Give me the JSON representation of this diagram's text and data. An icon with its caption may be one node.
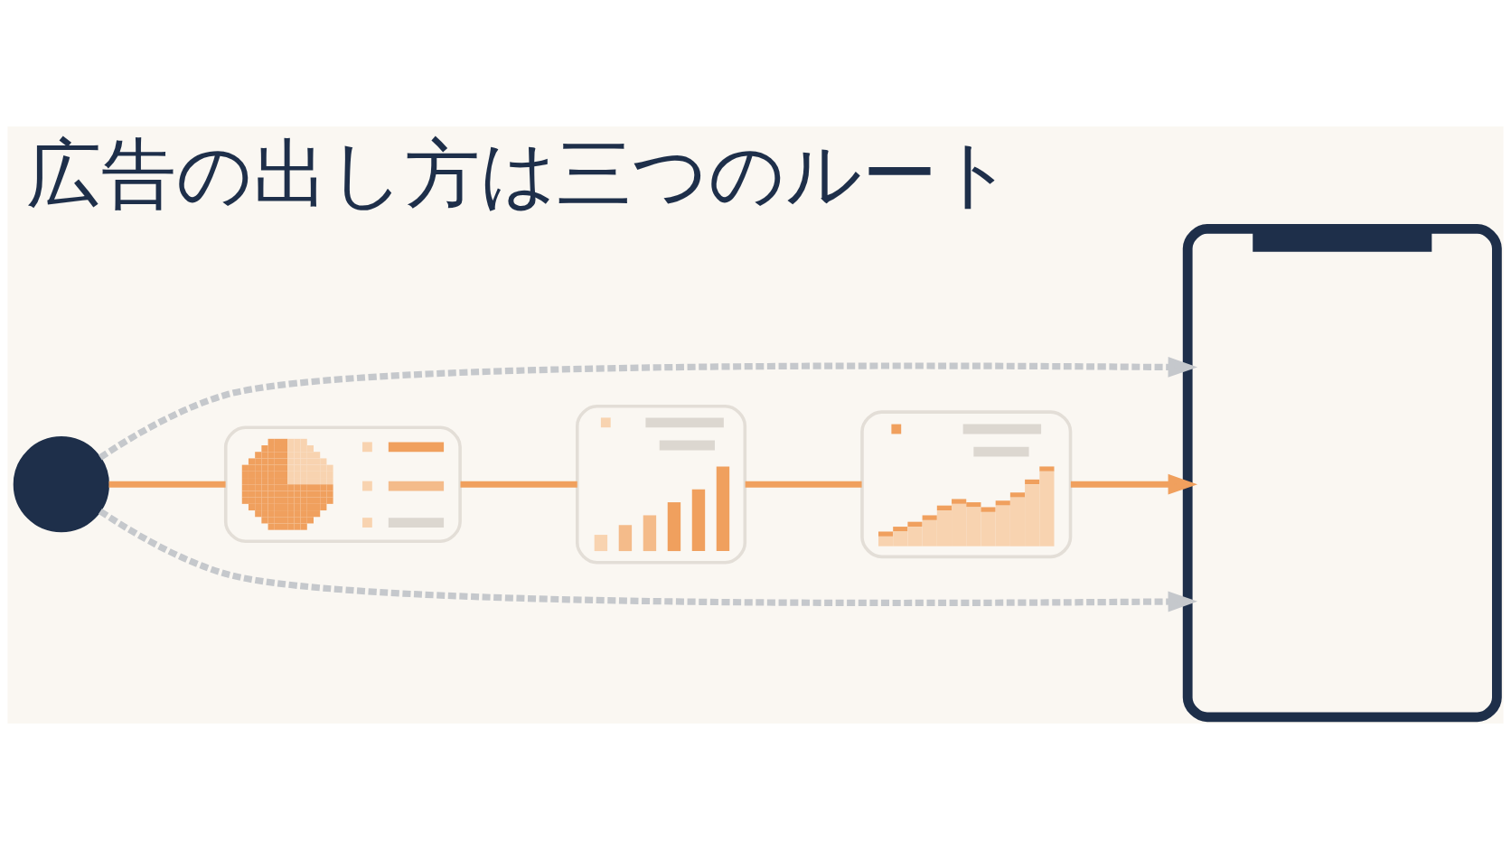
{
  "diagram": {
    "title": "広告の出し方は三つのルート",
    "nodes": [
      {
        "text": [],
        "shape": "circle"
      },
      {
        "text": [],
        "shape": "picture"
      },
      {
        "text": [],
        "shape": "picture"
      },
      {
        "text": [],
        "shape": "picture"
      },
      {
        "text": [],
        "shape": "phone"
      }
    ],
    "edges": [
      {
        "from": 0,
        "to": 4,
        "arrow": "to",
        "style": "dashed",
        "color": "#c5c8cc"
      },
      {
        "from": 0,
        "to": 1,
        "arrow": "none"
      },
      {
        "from": 1,
        "to": 2,
        "arrow": "none"
      },
      {
        "from": 2,
        "to": 3,
        "arrow": "none"
      },
      {
        "from": 3,
        "to": 4,
        "arrow": "to"
      },
      {
        "from": 0,
        "to": 4,
        "arrow": "to",
        "style": "dashed",
        "color": "#c5c8cc"
      }
    ]
  }
}
